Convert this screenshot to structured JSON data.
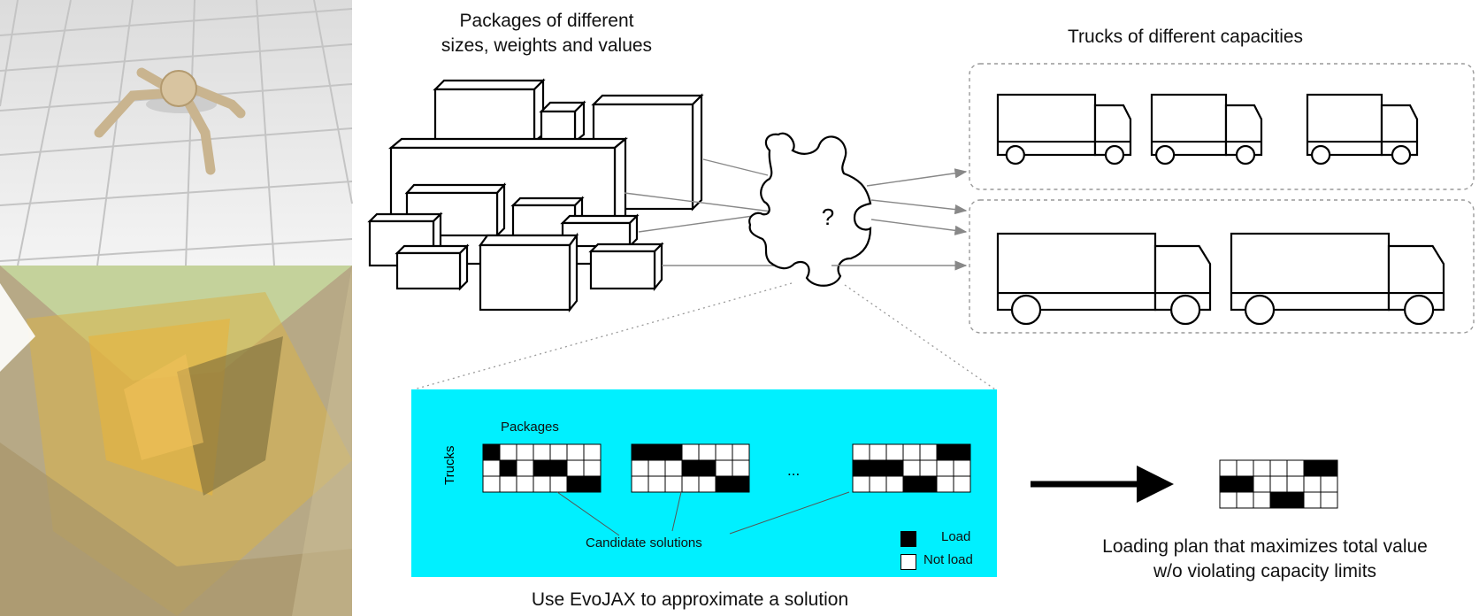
{
  "packages_title": "Packages of different sizes, weights and values",
  "packages_title_line1": "Packages of different",
  "packages_title_line2": "sizes, weights and values",
  "trucks_title": "Trucks of different capacities",
  "question_mark": "?",
  "panel": {
    "packages_label": "Packages",
    "trucks_label": "Trucks",
    "ellipsis": "...",
    "candidate_label": "Candidate solutions",
    "legend": [
      {
        "label": "Load",
        "color": "#000000"
      },
      {
        "label": "Not load",
        "color": "#ffffff"
      }
    ],
    "grids": [
      [
        [
          1,
          0,
          0,
          0,
          0,
          0,
          0
        ],
        [
          0,
          1,
          0,
          1,
          1,
          0,
          0
        ],
        [
          0,
          0,
          0,
          0,
          0,
          1,
          1
        ]
      ],
      [
        [
          1,
          1,
          1,
          0,
          0,
          0,
          0
        ],
        [
          0,
          0,
          0,
          1,
          1,
          0,
          0
        ],
        [
          0,
          0,
          0,
          0,
          0,
          1,
          1
        ]
      ],
      [
        [
          0,
          0,
          0,
          0,
          0,
          1,
          1
        ],
        [
          1,
          1,
          1,
          0,
          0,
          0,
          0
        ],
        [
          0,
          0,
          0,
          1,
          1,
          0,
          0
        ]
      ]
    ]
  },
  "caption_bottom": "Use EvoJAX to approximate a solution",
  "plan": {
    "grid": [
      [
        0,
        0,
        0,
        0,
        0,
        1,
        1
      ],
      [
        1,
        1,
        0,
        0,
        0,
        0,
        0
      ],
      [
        0,
        0,
        0,
        1,
        1,
        0,
        0
      ]
    ],
    "caption_line1": "Loading plan that maximizes total value",
    "caption_line2": "w/o violating capacity limits"
  },
  "colors": {
    "panel": "#00f0ff",
    "arrow": "#888888",
    "stroke": "#000000",
    "dashed": "#999999"
  }
}
